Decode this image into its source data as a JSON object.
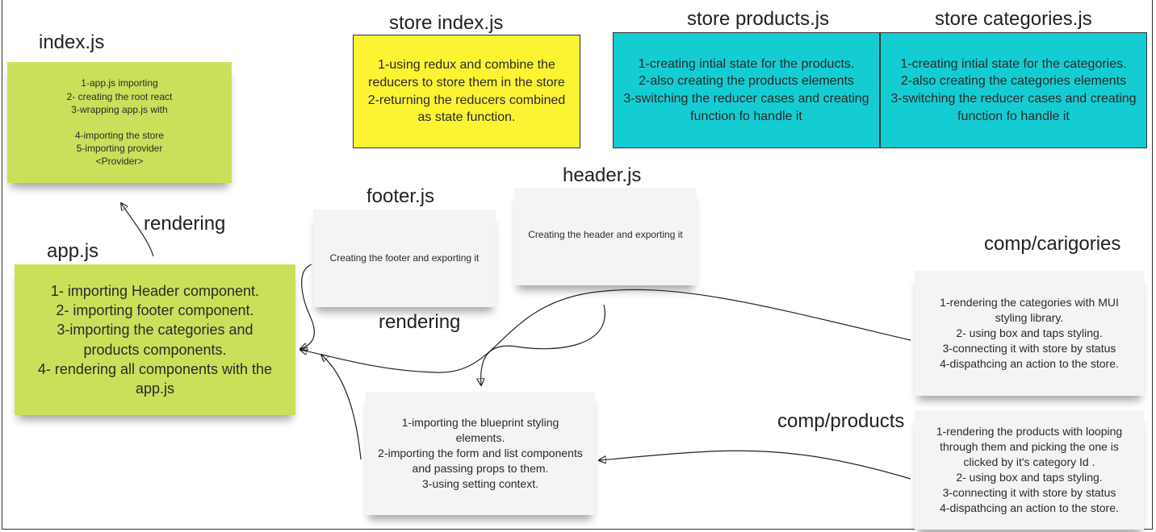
{
  "titles": {
    "index": "index.js",
    "store_index": "store index.js",
    "store_products": "store products.js",
    "store_categories": "store categories.js",
    "app": "app.js",
    "footer": "footer.js",
    "header": "header.js",
    "comp_categories": "comp/carigories",
    "comp_products": "comp/products"
  },
  "labels": {
    "rendering_top": "rendering",
    "rendering_mid": "rendering"
  },
  "notes": {
    "index": "1-app.js importing\n2- creating the root react\n3-wrapping app.js with\n\n4-importing the store\n5-importing provider\n<Provider>",
    "store_index": "1-using redux and combine the reducers to store them in the store\n2-returning the reducers combined as state function.",
    "store_products": "1-creating intial state for the products.\n2-also creating the products elements\n3-switching the reducer cases and creating function fo handle it",
    "store_categories": "1-creating intial state for the categories.\n2-also creating the categories elements\n3-switching the reducer cases and creating function fo handle it",
    "app": "1- importing Header component.\n2- importing footer component.\n3-importing the categories and products components.\n4- rendering all components with the app.js",
    "footer": "Creating the footer and exporting it",
    "header": "Creating the header and exporting it",
    "main": "1-importing the blueprint styling elements.\n2-importing the form and list components and passing props to them.\n3-using setting context.",
    "comp_categories": "1-rendering the categories with MUI styling library.\n2- using box and taps styling.\n3-connecting it with store by status\n4-dispathcing an action to the store.",
    "comp_products": "1-rendering the products with looping through them and picking the one is clicked by it's category Id .\n2- using box and taps styling.\n3-connecting it with store by status\n4-dispathcing an action to the store."
  },
  "colors": {
    "green_note": "#cbe05a",
    "yellow_note": "#fcf433",
    "teal_note": "#14cdd3",
    "grey_note": "#f3f4f6"
  }
}
